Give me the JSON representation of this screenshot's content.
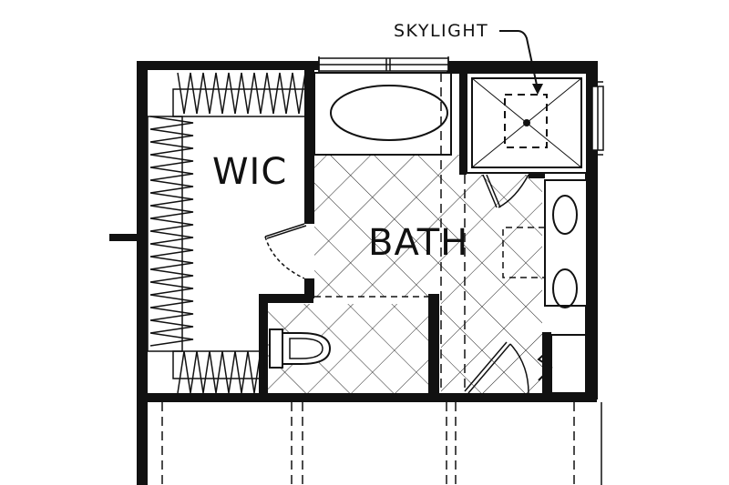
{
  "labels": {
    "skylight": "SKYLIGHT",
    "wic": "WIC",
    "bath": "BATH"
  },
  "colors": {
    "wall": "#111111",
    "background": "#ffffff"
  }
}
